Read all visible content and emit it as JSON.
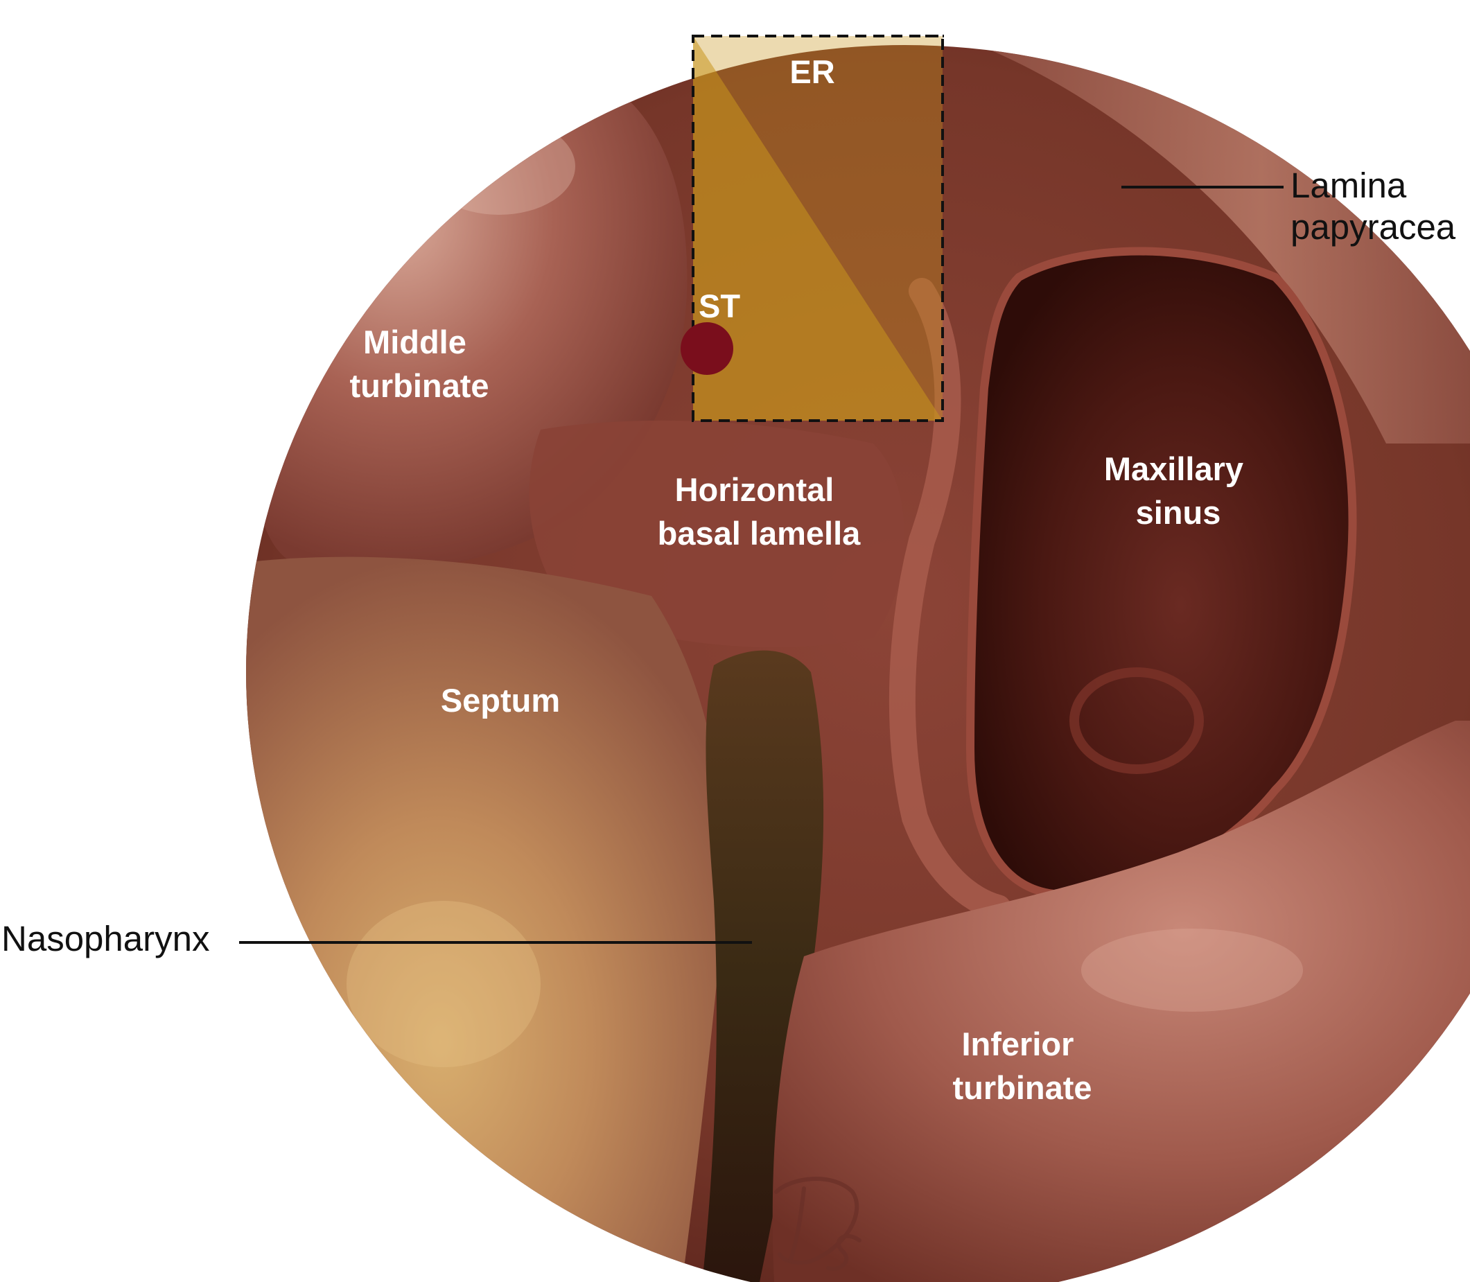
{
  "labels": {
    "er": "ER",
    "st": "ST",
    "middle_turbinate": [
      "Middle",
      "turbinate"
    ],
    "horizontal_basal_lamella": [
      "Horizontal",
      "basal lamella"
    ],
    "maxillary_sinus": [
      "Maxillary",
      "sinus"
    ],
    "septum": "Septum",
    "inferior_turbinate": [
      "Inferior",
      "turbinate"
    ],
    "lamina_papyracea": [
      "Lamina",
      "papyracea"
    ],
    "nasopharynx": "Nasopharynx"
  },
  "signature": "Ds",
  "colors": {
    "background": "#ffffff",
    "tissue_base": "#7a3a30",
    "tissue_highlight": "#b26e5e",
    "septum_tan": "#c89a62",
    "cavity_dark": "#3e1410",
    "nasopharynx_dark": "#3a2a14",
    "highlight_region": "#c8951e",
    "st_marker": "#7a0e1c",
    "label_inside": "#ffffff",
    "label_outside": "#111111"
  }
}
